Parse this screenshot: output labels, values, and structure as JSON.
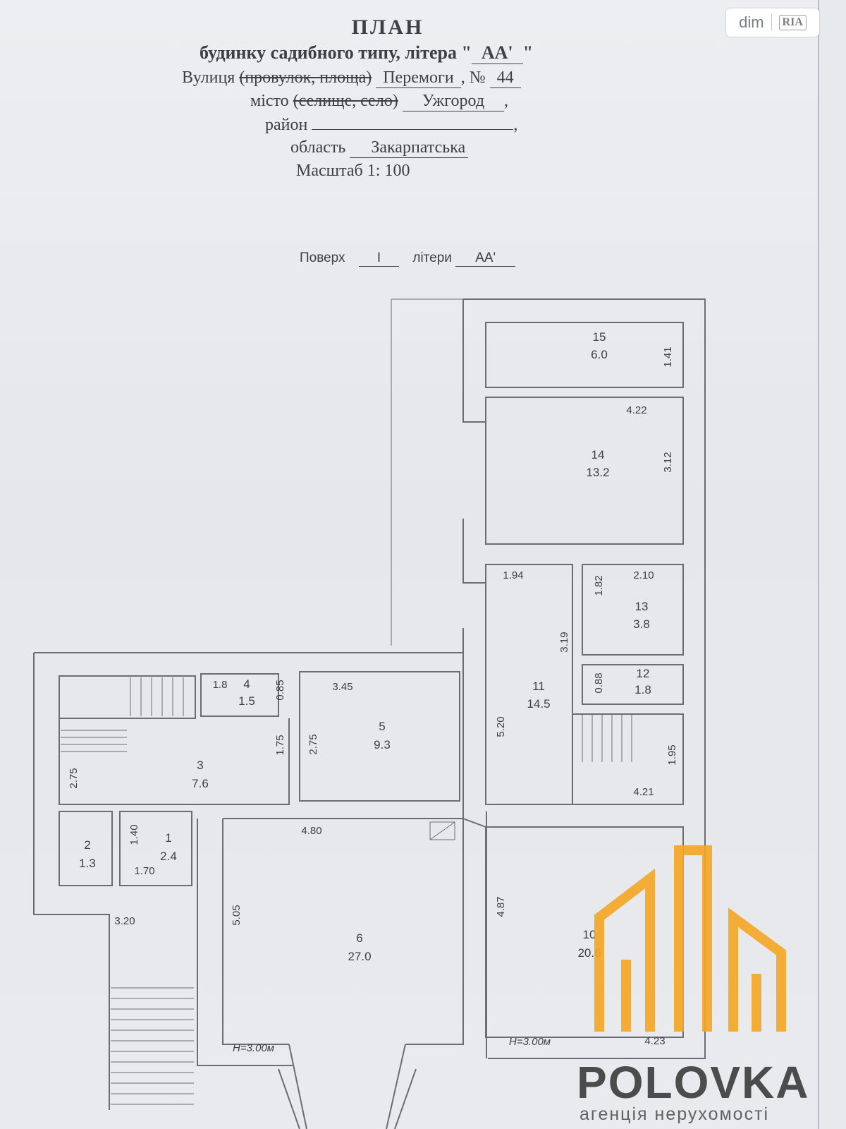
{
  "header": {
    "title": "ПЛАН",
    "subtitle_prefix": "будинку садибного типу, літера \"",
    "subtitle_value": "АА'",
    "subtitle_suffix": "\"",
    "street_label": "Вулиця",
    "street_struck": "(провулок, площа)",
    "street_value": "Перемоги",
    "number_sep": ", №",
    "number_value": "44",
    "city_label": "місто",
    "city_struck": "(селище, село)",
    "city_value": "Ужгород",
    "district_label": "район",
    "region_label": "область",
    "region_value": "Закарпатська",
    "scale": "Масштаб 1: 100",
    "floor_label": "Поверх",
    "floor_value": "I",
    "letter_label": "літери",
    "letter_value": "АА'"
  },
  "rooms": [
    {
      "num": "1",
      "area": "2.4"
    },
    {
      "num": "2",
      "area": "1.3"
    },
    {
      "num": "3",
      "area": "7.6"
    },
    {
      "num": "4",
      "area": "1.5"
    },
    {
      "num": "5",
      "area": "9.3"
    },
    {
      "num": "6",
      "area": "27.0"
    },
    {
      "num": "10",
      "area": "20.6"
    },
    {
      "num": "11",
      "area": "14.5"
    },
    {
      "num": "12",
      "area": "1.8"
    },
    {
      "num": "13",
      "area": "3.8"
    },
    {
      "num": "14",
      "area": "13.2"
    },
    {
      "num": "15",
      "area": "6.0"
    }
  ],
  "dimensions": {
    "d_141": "1.41",
    "d_422": "4.22",
    "d_312": "3.12",
    "d_194": "1.94",
    "d_210": "2.10",
    "d_182": "1.82",
    "d_319": "3.19",
    "d_088": "0.88",
    "d_520": "5.20",
    "d_195": "1.95",
    "d_421": "4.21",
    "d_487": "4.87",
    "d_423": "4.23",
    "d_345": "3.45",
    "d_275a": "2.75",
    "d_18": "1.8",
    "d_085": "0.85",
    "d_175": "1.75",
    "d_275b": "2.75",
    "d_140": "1.40",
    "d_170": "1.70",
    "d_320": "3.20",
    "d_480": "4.80",
    "d_505": "5.05",
    "h_left": "H=3.00м",
    "h_right": "H=3.00м"
  },
  "watermark": {
    "badge_dim": "dim",
    "badge_ria": "RIA",
    "brand": "POLOVKA",
    "brand_sub": "агенція нерухомості",
    "logo_color": "#f5a623"
  }
}
